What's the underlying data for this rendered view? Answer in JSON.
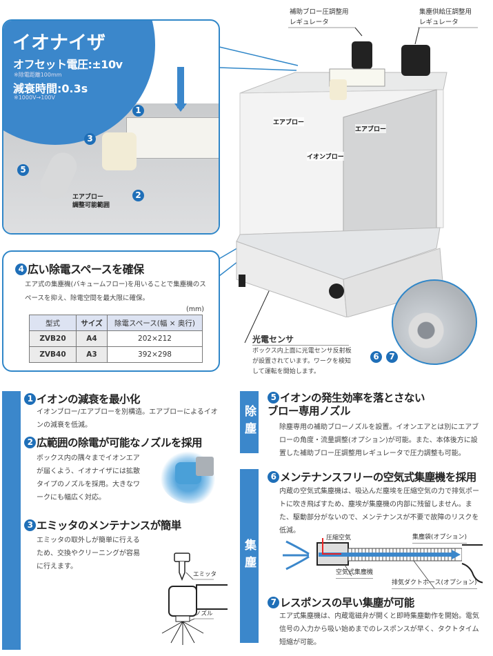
{
  "hero": {
    "title": "イオナイザ",
    "offset": "オフセット電圧:±10v",
    "offset_note": "※除電距離100mm",
    "decay": "減衰時間:0.3s",
    "decay_note": "※1000V→100V",
    "badges": [
      "1",
      "2",
      "3",
      "5"
    ],
    "airblow_label": "エアブロー\n調整可能範囲"
  },
  "space": {
    "num": "4",
    "title": "広い除電スペースを確保",
    "desc": "エア式の集塵機(バキュームフロー)を用いることで集塵機のスペースを抑え、除電空間を最大限に確保。",
    "unit": "(mm)",
    "columns": [
      "型式",
      "サイズ",
      "除電スペース(幅 × 奥行)"
    ],
    "rows": [
      [
        "ZVB20",
        "A4",
        "202×212"
      ],
      [
        "ZVB40",
        "A3",
        "392×298"
      ]
    ]
  },
  "product": {
    "reg1": "補助ブロー圧調整用\nレギュレータ",
    "reg2": "集塵供給圧調整用\nレギュレータ",
    "airblow_left": "エアブロー",
    "airblow_right": "エアブロー",
    "ionblow": "イオンブロー",
    "sensor_title": "光電センサ",
    "sensor_desc": "ボックス内上面に光電センサ反射板が設置されています。ワークを検知して運転を開始します。",
    "badges": [
      "6",
      "7"
    ]
  },
  "features_left": [
    {
      "num": "1",
      "title": "イオンの減衰を最小化",
      "desc": "イオンブロー/エアブローを別構造。エアブローによるイオンの減衰を低減。"
    },
    {
      "num": "2",
      "title": "広範囲の除電が可能なノズルを採用",
      "desc": "ボックス内の隅々までイオンエアが届くよう、イオナイザには拡散タイプのノズルを採用。大きなワークにも幅広く対応。"
    },
    {
      "num": "3",
      "title": "エミッタのメンテナンスが簡単",
      "desc": "エミッタの取外しが簡単に行えるため、交換やクリーニングが容易に行えます。",
      "emitter_label": "エミッタ",
      "nozzle_label": "ノズル"
    }
  ],
  "side_labels": {
    "dust_removal": "除塵",
    "dust_collection": "集塵"
  },
  "features_right": [
    {
      "num": "5",
      "title": "イオンの発生効率を落とさない\nブロー専用ノズル",
      "desc": "除塵専用の補助ブローノズルを設置。イオンエアとは別にエアブローの角度・流量調整(オプション)が可能。また、本体後方に設置した補助ブロー圧調整用レギュレータで圧力調整も可能。"
    },
    {
      "num": "6",
      "title": "メンテナンスフリーの空気式集塵機を採用",
      "desc": "内蔵の空気式集塵機は、吸込んだ塵埃を圧縮空気の力で排気ポートに吹き飛ばすため、塵埃が集塵機の内部に残留しません。また、駆動部分がないので、メンテナンスが不要で故障のリスクを低減。",
      "diagram": {
        "compressed_air": "圧縮空気",
        "collector": "空気式集塵機",
        "bag": "集塵袋(オプション)",
        "hose": "排気ダクトホース(オプション)"
      }
    },
    {
      "num": "7",
      "title": "レスポンスの早い集塵が可能",
      "desc": "エア式集塵機は、内蔵電磁弁が開くと即時集塵動作を開始。電気信号の入力から吸い始めまでのレスポンスが早く、タクトタイム短縮が可能。"
    }
  ],
  "colors": {
    "accent": "#2f86c8",
    "bar": "#3b87cb",
    "badge": "#1f6fb8"
  }
}
